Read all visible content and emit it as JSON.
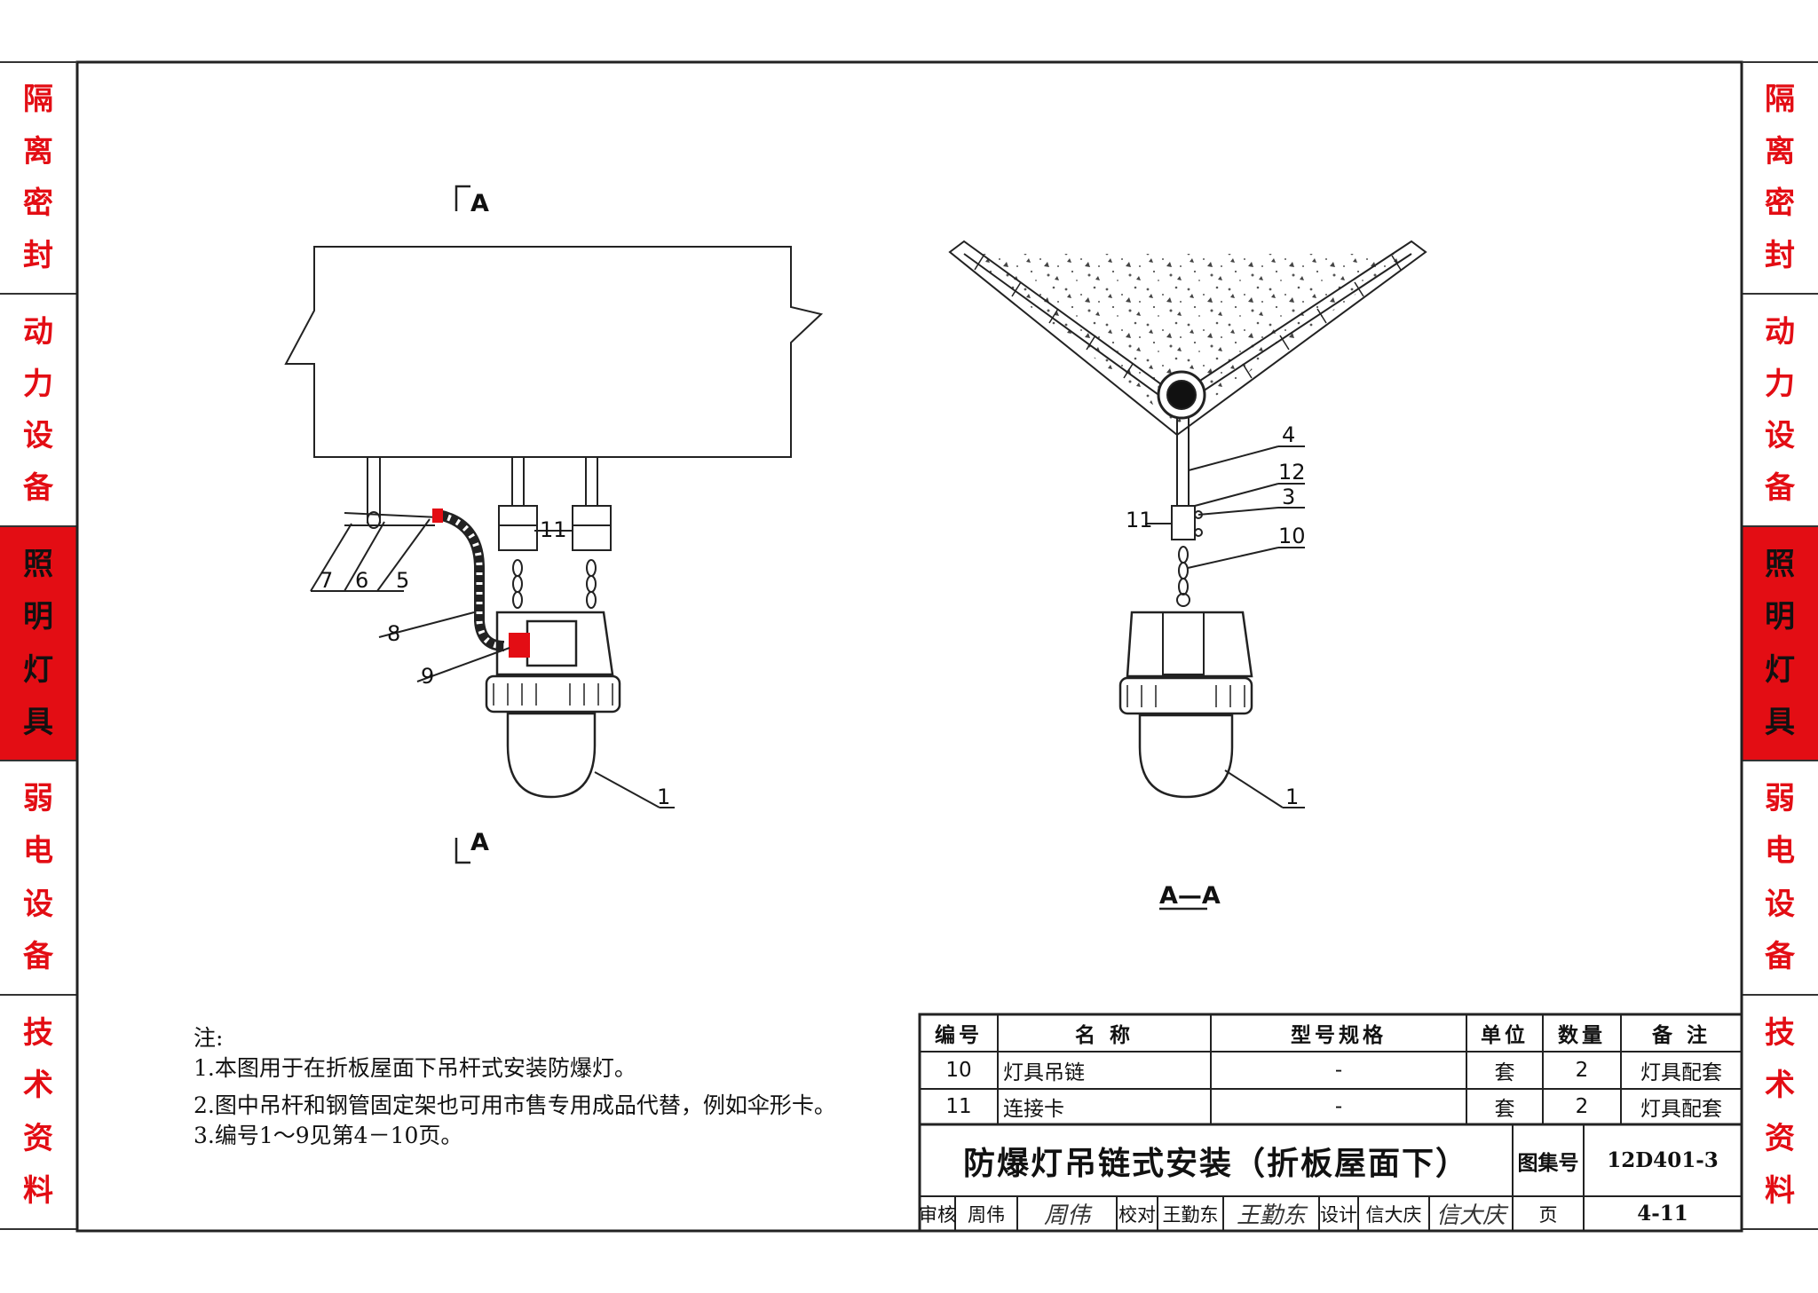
{
  "sidebar": {
    "sections": [
      {
        "chars": [
          "隔",
          "离",
          "密",
          "封"
        ],
        "active": false
      },
      {
        "chars": [
          "动",
          "力",
          "设",
          "备"
        ],
        "active": false
      },
      {
        "chars": [
          "照",
          "明",
          "灯",
          "具"
        ],
        "active": true
      },
      {
        "chars": [
          "弱",
          "电",
          "设",
          "备"
        ],
        "active": false
      },
      {
        "chars": [
          "技",
          "术",
          "资",
          "料"
        ],
        "active": false
      }
    ]
  },
  "drawing": {
    "section_mark": "A",
    "section_title": "A—A",
    "plan_labels": [
      "7",
      "6",
      "5",
      "8",
      "9",
      "11",
      "1"
    ],
    "section_labels": [
      "4",
      "12",
      "3",
      "11",
      "10",
      "1"
    ]
  },
  "notes": {
    "heading": "注:",
    "items": [
      "1.本图用于在折板屋面下吊杆式安装防爆灯。",
      "2.图中吊杆和钢管固定架也可用市售专用成品代替，例如伞形卡。",
      "3.编号1～9见第4－10页。"
    ]
  },
  "table": {
    "headers": [
      "编号",
      "名 称",
      "型号规格",
      "单位",
      "数量",
      "备 注"
    ],
    "rows": [
      [
        "10",
        "灯具吊链",
        "-",
        "套",
        "2",
        "灯具配套"
      ],
      [
        "11",
        "连接卡",
        "-",
        "套",
        "2",
        "灯具配套"
      ]
    ]
  },
  "title_block": {
    "title": "防爆灯吊链式安装（折板屋面下）",
    "atlas_label": "图集号",
    "atlas_no": "12D401-3",
    "review_label": "审核",
    "reviewer": "周伟",
    "review_sig": "周伟",
    "check_label": "校对",
    "checker": "王勤东",
    "check_sig": "王勤东",
    "design_label": "设计",
    "designer": "信大庆",
    "design_sig": "信大庆",
    "page_label": "页",
    "page_no": "4-11"
  },
  "colors": {
    "accent": "#e30d14",
    "line": "#222222"
  }
}
